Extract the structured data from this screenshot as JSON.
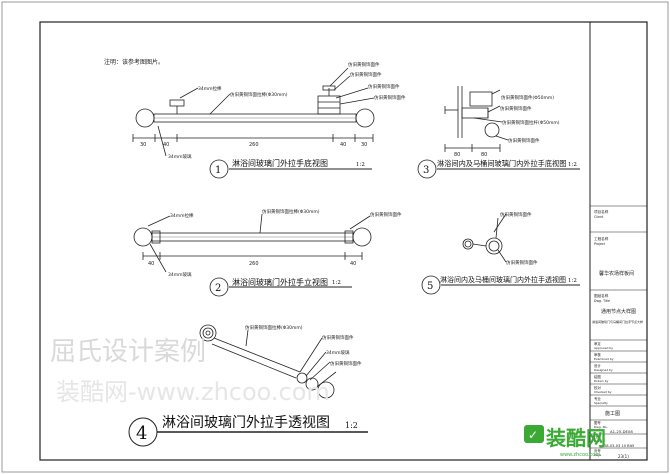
{
  "note": "注明：该参考图图片。",
  "details": {
    "d1": {
      "number": "1",
      "title": "淋浴间玻璃门外拉手底视图",
      "scale": "1:2"
    },
    "d2": {
      "number": "2",
      "title": "淋浴间玻璃门外拉手立视图",
      "scale": "1:2"
    },
    "d3": {
      "number": "3",
      "title": "淋浴间内及马桶间玻璃门内外拉手底视图",
      "scale": "1:2"
    },
    "d4": {
      "number": "4",
      "title": "淋浴间玻璃门外拉手透视图",
      "scale": "1:2"
    },
    "d5": {
      "number": "5",
      "title": "淋浴间内及马桶间玻璃门内外拉手透视图",
      "scale": "1:2"
    }
  },
  "dims": {
    "d1": [
      "30",
      "40",
      "260",
      "40",
      "30"
    ],
    "d2": [
      "40",
      "260",
      "40"
    ],
    "d3": [
      "80",
      "80"
    ]
  },
  "callouts": {
    "c1": "34mm拉棒",
    "c2": "仿旧黄铜饰面拉棒(Φ30mm)",
    "c3": "仿旧黄铜饰面件",
    "c4": "仿旧黄铜饰面件",
    "c5": "仿旧黄铜饰面件",
    "c6": "仿旧黄铜饰面件",
    "c7": "34mm玻璃",
    "c8": "34mm拉棒",
    "c9": "仿旧黄铜饰面拉棒(Φ30mm)",
    "c10": "仿旧黄铜饰面件",
    "c11": "34mm玻璃",
    "c12": "仿旧黄铜饰面件(Φ50mm)",
    "c13": "仿旧黄铜饰面件",
    "c14": "仿旧黄铜饰面拉杆(Φ50mm)",
    "c15": "仿旧黄铜饰面件",
    "c16": "仿旧黄铜饰面件",
    "c17": "仿旧黄铜饰面拉棒(Φ30mm)",
    "c18": "仿旧黄铜饰面件",
    "c19": "34mm玻璃",
    "c20": "仿旧黄铜饰面件",
    "c21": "仿旧黄铜饰面件"
  },
  "titleblock": {
    "r1a": "项目名称",
    "r1b": "Client",
    "r2a": "工程名称",
    "r2b": "Project",
    "project_name": "馨华农场样板间",
    "r3a": "图纸名称",
    "r3b": "Dwg. Title",
    "drawing_title": "通用节点大样图",
    "drawing_sub": "淋浴间玻璃门与马桶间门拉手节点大样",
    "r4a": "审定",
    "r4b": "Approved by",
    "r5a": "审核",
    "r5b": "Examined by",
    "r6a": "设计",
    "r6b": "Designed by",
    "r7a": "绘图",
    "r7b": "Drawn by",
    "r8a": "校对",
    "r8b": "Checked by",
    "r9a": "专业",
    "r9b": "Specialty",
    "specialty": "施工图",
    "r10a": "图号",
    "r10b": "Dwg. No.",
    "dwg_no": "A1-25-DE08",
    "r11a": "日期",
    "r11b": "Date",
    "date": "08-03-03 10 Blt5",
    "r12a": "页号",
    "r12b": "Page",
    "page": "23(1)"
  },
  "watermarks": {
    "cn_main": "屈氏设计案例",
    "cn_sub": "装酷网-www.zhcoo.com",
    "logo_text": "装酷网",
    "logo_url": "www.zhcoo.com"
  }
}
